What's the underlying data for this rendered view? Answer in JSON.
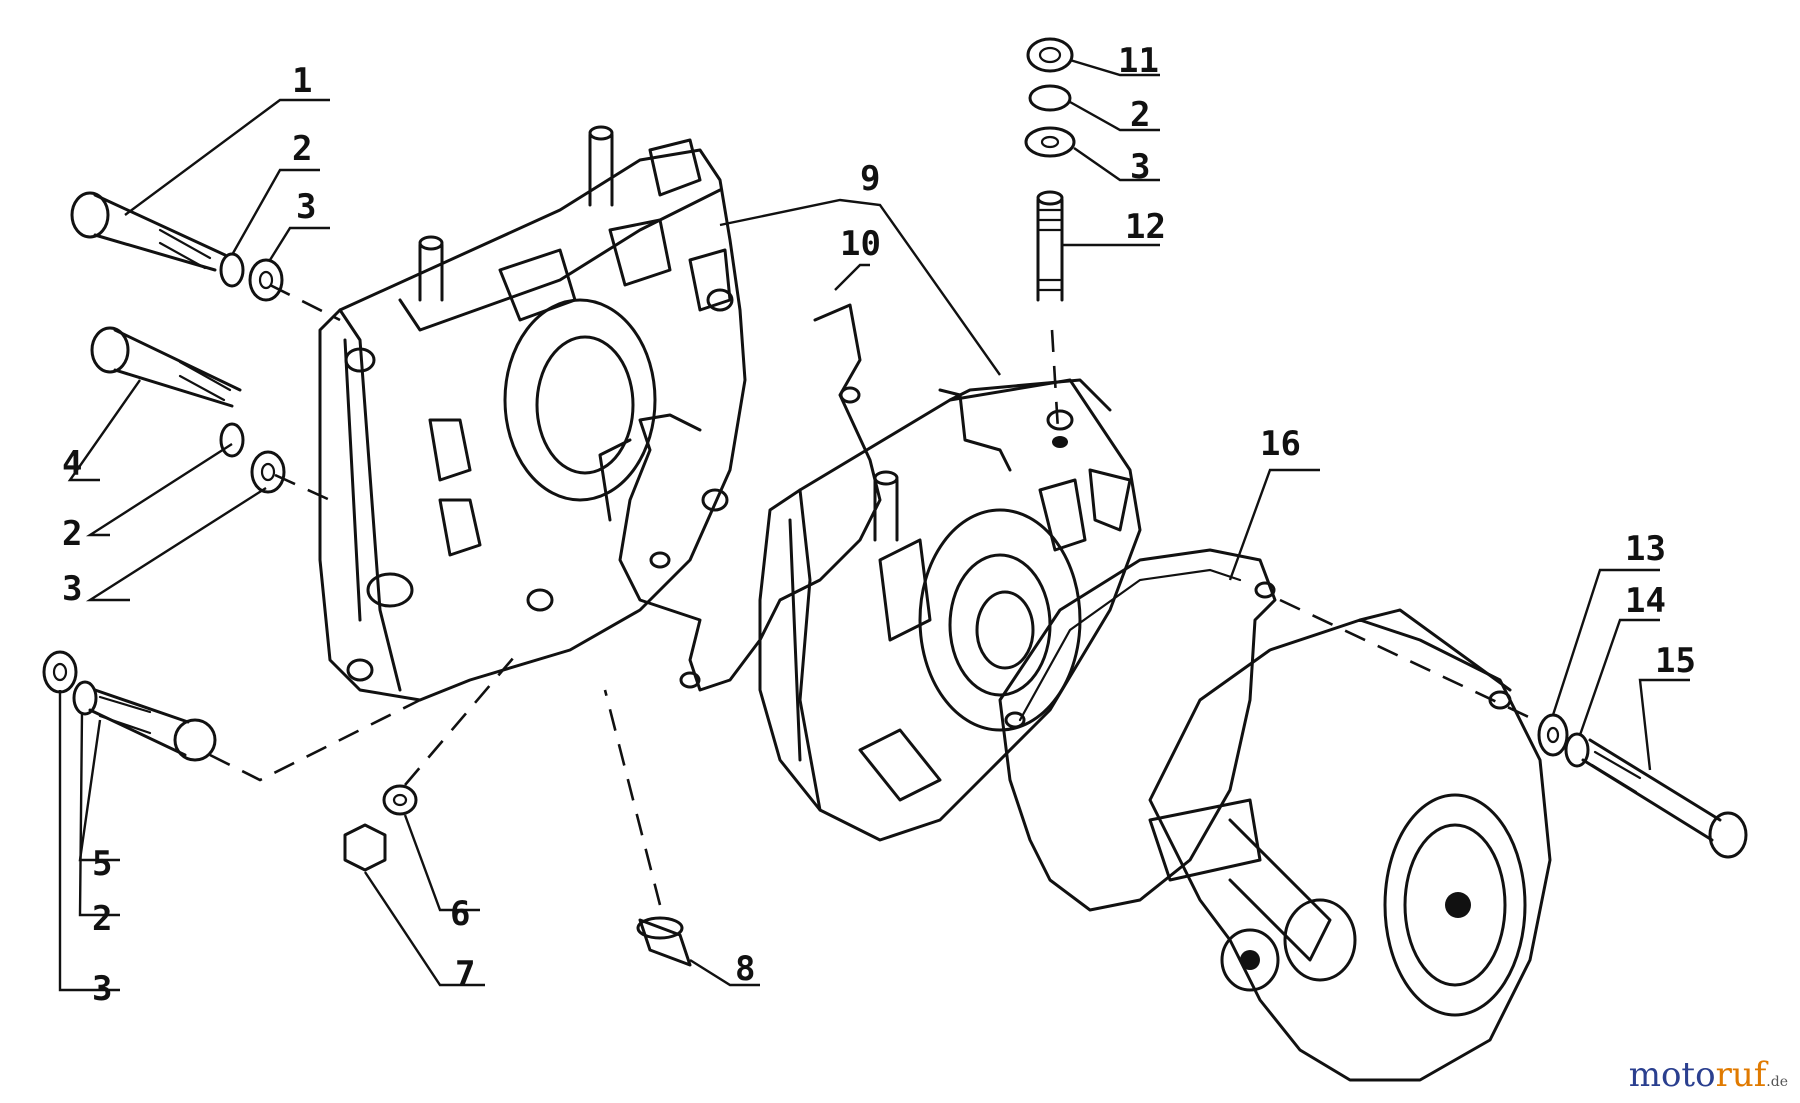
{
  "diagram": {
    "callouts": {
      "c1": "1",
      "c2a": "2",
      "c3a": "3",
      "c4": "4",
      "c2b": "2",
      "c3b": "3",
      "c5": "5",
      "c2c": "2",
      "c3c": "3",
      "c6": "6",
      "c7": "7",
      "c8": "8",
      "c9": "9",
      "c10": "10",
      "c11": "11",
      "c2d": "2",
      "c3d": "3",
      "c12": "12",
      "c16": "16",
      "c13": "13",
      "c14": "14",
      "c15": "15"
    }
  },
  "watermark": {
    "main": "moto",
    "accent": "ruf",
    "tld": ".de"
  }
}
